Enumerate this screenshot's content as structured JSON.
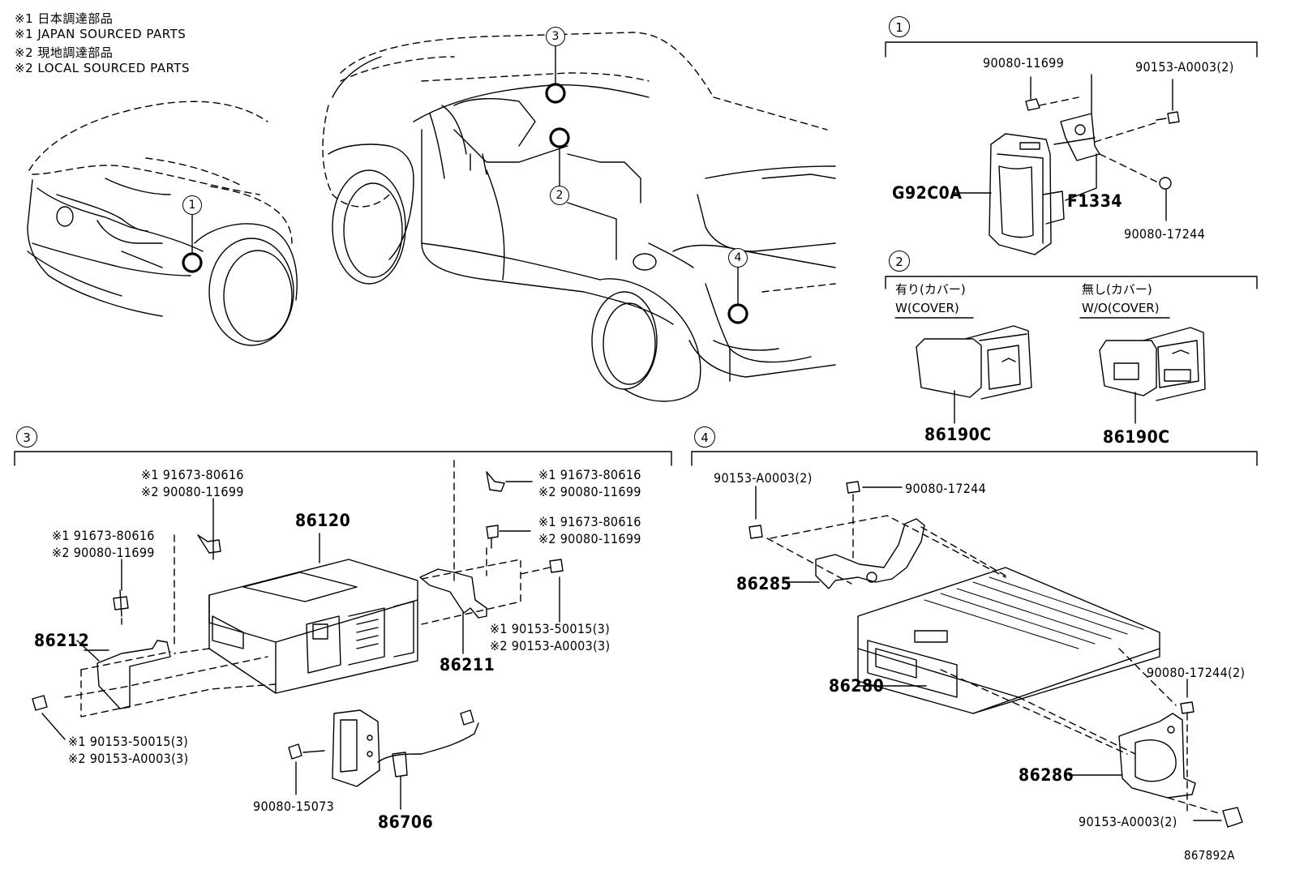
{
  "notes": [
    "※1 日本調達部品",
    "※1 JAPAN SOURCED PARTS",
    "※2 現地調達部品",
    "※2 LOCAL SOURCED PARTS"
  ],
  "callouts": [
    "1",
    "2",
    "3",
    "4"
  ],
  "sections": {
    "s1": {
      "num": "1",
      "parts": {
        "bolt_top": "90080-11699",
        "bolt_right": "90153-A0003(2)",
        "module": "G92C0A",
        "bracket": "F1334",
        "nut": "90080-17244"
      }
    },
    "s2": {
      "num": "2",
      "with_cover_jp": "有り(カバー)",
      "with_cover_en": "W(COVER)",
      "without_cover_jp": "無し(カバー)",
      "without_cover_en": "W/O(COVER)",
      "part_left": "86190C",
      "part_right": "86190C"
    },
    "s3": {
      "num": "3",
      "parts": {
        "main_unit": "86120",
        "bolt_a1": "※1 91673-80616",
        "bolt_a2": "※2 90080-11699",
        "bolt_b1": "※1 91673-80616",
        "bolt_b2": "※2 90080-11699",
        "bolt_c1": "※1 91673-80616",
        "bolt_c2": "※2 90080-11699",
        "bolt_d1": "※1 91673-80616",
        "bolt_d2": "※2 90080-11699",
        "bracket_left": "86212",
        "bracket_right": "86211",
        "screw_r1": "※1 90153-50015(3)",
        "screw_r2": "※2 90153-A0003(3)",
        "screw_l1": "※1 90153-50015(3)",
        "screw_l2": "※2 90153-A0003(3)",
        "nut": "90080-15073",
        "antenna": "86706"
      }
    },
    "s4": {
      "num": "4",
      "parts": {
        "screw_tl": "90153-A0003(2)",
        "nut_top": "90080-17244",
        "bracket_top": "86285",
        "amp": "86280",
        "nut_right": "90080-17244(2)",
        "bracket_bottom": "86286",
        "screw_br": "90153-A0003(2)"
      }
    }
  },
  "illustration_id": "867892A"
}
